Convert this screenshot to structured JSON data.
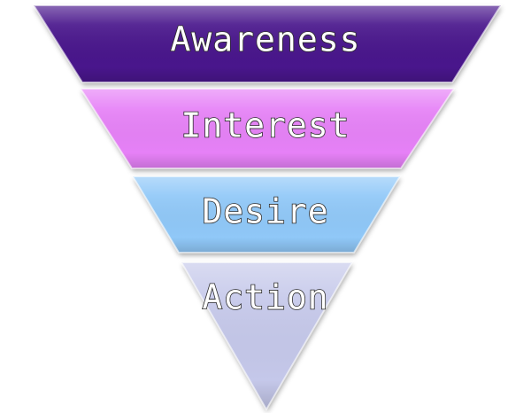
{
  "funnel": {
    "stages": [
      {
        "label": "Awareness",
        "color": "#4a148c"
      },
      {
        "label": "Interest",
        "color": "#e681f7"
      },
      {
        "label": "Desire",
        "color": "#90c8f8"
      },
      {
        "label": "Action",
        "color": "#c5c8ea"
      }
    ]
  }
}
